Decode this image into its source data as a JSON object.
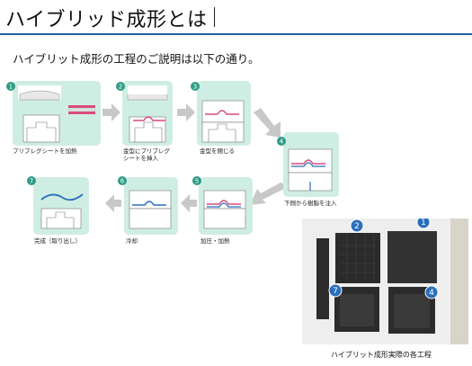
{
  "title": "ハイブリッド成形とは",
  "subtitle": "ハイブリット成形の工程のご説明は以下の通り。",
  "steps": [
    {
      "number": "1",
      "label_lines": [
        "プリプレグシートを加熱"
      ]
    },
    {
      "number": "2",
      "label_lines": [
        "金型にプリプレグ",
        "シートを挿入"
      ]
    },
    {
      "number": "3",
      "label_lines": [
        "金型を閉じる"
      ]
    },
    {
      "number": "4",
      "label_lines": [
        "下側から樹脂を注入"
      ]
    },
    {
      "number": "5",
      "label_lines": [
        "加圧・加熱"
      ]
    },
    {
      "number": "6",
      "label_lines": [
        "冷却"
      ]
    },
    {
      "number": "7",
      "label_lines": [
        "完成（取り出し）"
      ]
    }
  ],
  "photo": {
    "caption": "ハイブリット成形実際の各工程",
    "markers": [
      "2",
      "1",
      "7",
      "4"
    ]
  },
  "colors": {
    "accent_blue": "#1f5fa8",
    "panel_green": "#cfeee3",
    "step_badge": "#2f9c86",
    "arrow_gray": "#c8c8c8",
    "prepreg_pink": "#d84c7a",
    "resin_blue": "#2a6fbd",
    "part_dark": "#2b2b2b"
  }
}
